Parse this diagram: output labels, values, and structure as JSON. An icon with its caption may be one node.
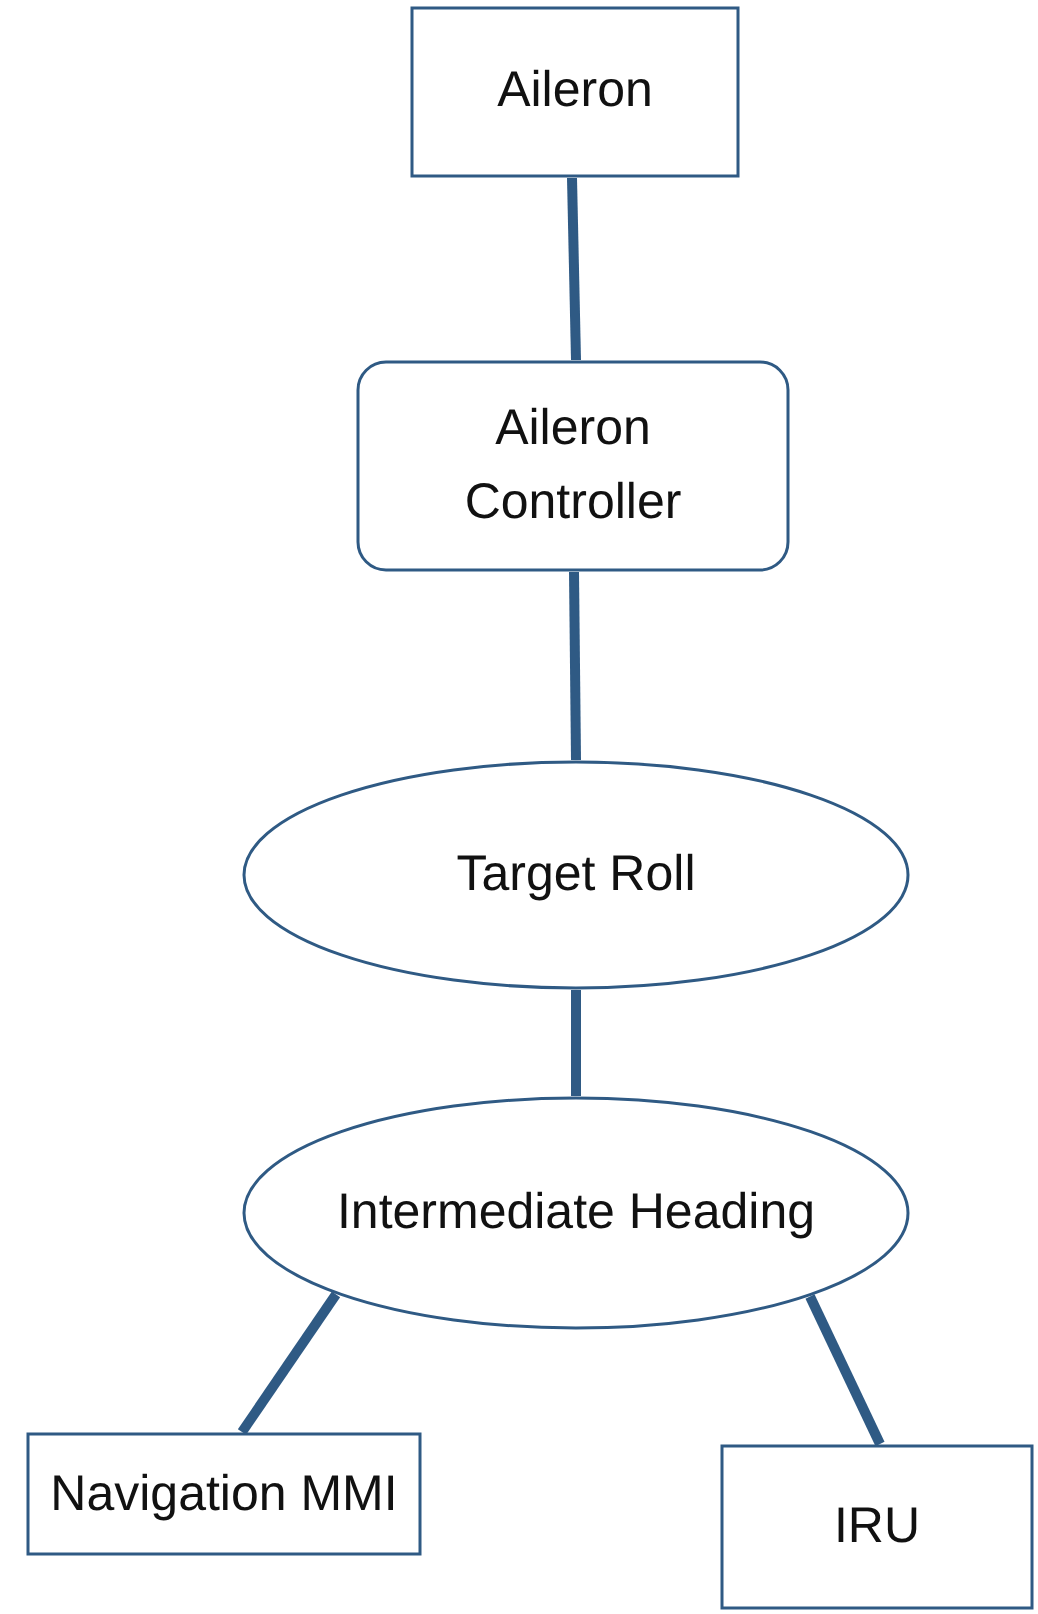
{
  "diagram": {
    "nodes": [
      {
        "text": [
          "Aileron"
        ]
      },
      {
        "text": [
          "Aileron Controller"
        ]
      },
      {
        "text": [
          "Target Roll"
        ]
      },
      {
        "text": [
          "Intermediate Heading"
        ]
      },
      {
        "text": [
          "Navigation MMI"
        ]
      },
      {
        "text": [
          "IRU"
        ]
      }
    ],
    "edges": [
      {
        "from": 0,
        "to": 1,
        "arrow": "none"
      },
      {
        "from": 1,
        "to": 2,
        "arrow": "none"
      },
      {
        "from": 2,
        "to": 3,
        "arrow": "none"
      },
      {
        "from": 3,
        "to": 4,
        "arrow": "none"
      },
      {
        "from": 3,
        "to": 5,
        "arrow": "none"
      }
    ]
  }
}
